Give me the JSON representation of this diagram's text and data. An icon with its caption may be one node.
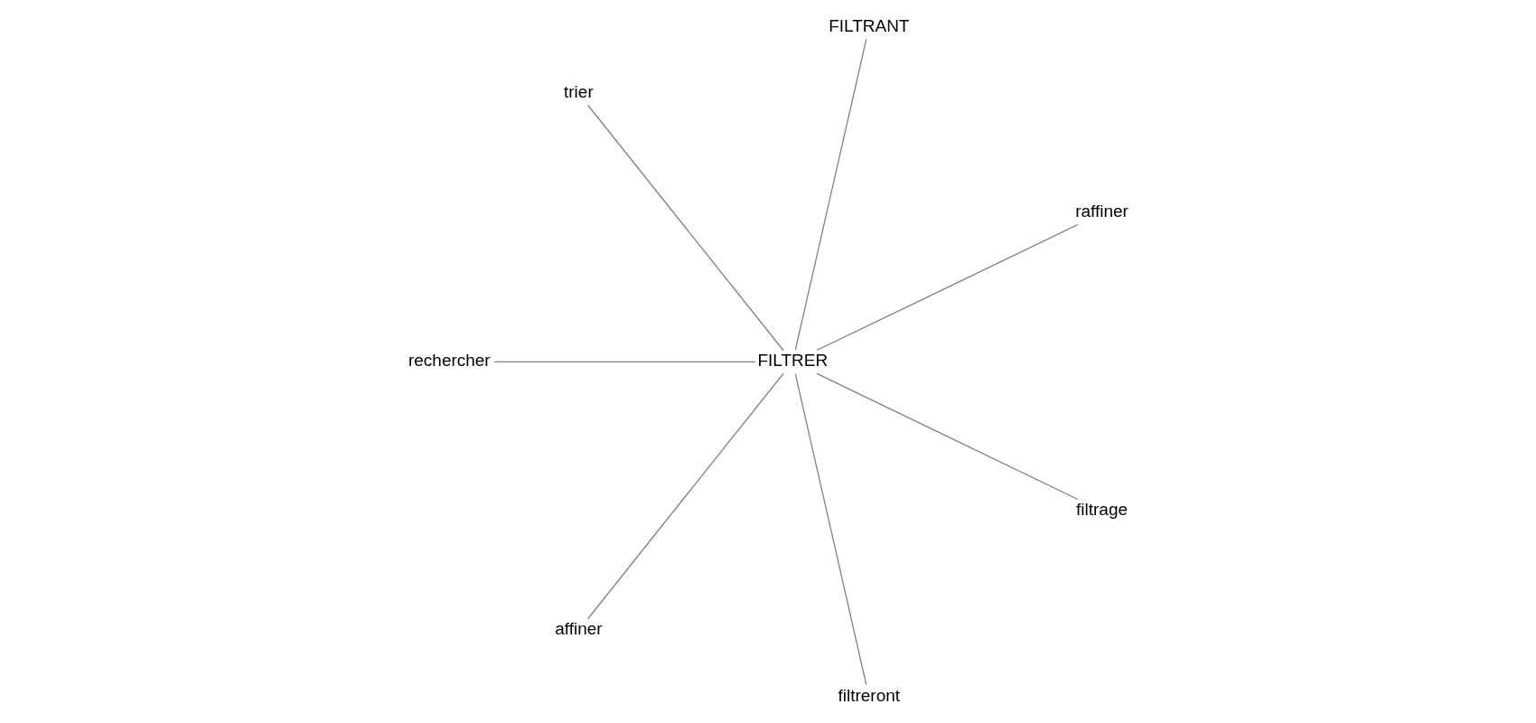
{
  "diagram": {
    "nodes": [
      {
        "text": [
          "raffiner"
        ]
      },
      {
        "text": [
          "FILTRANT"
        ]
      },
      {
        "text": [
          "trier"
        ]
      },
      {
        "text": [
          "rechercher"
        ]
      },
      {
        "text": [
          "FILTRER"
        ]
      },
      {
        "text": [
          "affiner"
        ]
      },
      {
        "text": [
          "filtreront"
        ]
      },
      {
        "text": [
          "filtrage"
        ]
      }
    ],
    "edges": [
      {
        "from": 4,
        "to": 3,
        "arrow": "none"
      },
      {
        "from": 4,
        "to": 1,
        "arrow": "none"
      },
      {
        "from": 4,
        "to": 0,
        "arrow": "none"
      },
      {
        "from": 4,
        "to": 2,
        "arrow": "none"
      },
      {
        "from": 4,
        "to": 5,
        "arrow": "none"
      },
      {
        "from": 4,
        "to": 7,
        "arrow": "none"
      },
      {
        "from": 4,
        "to": 6,
        "arrow": "none"
      }
    ]
  }
}
